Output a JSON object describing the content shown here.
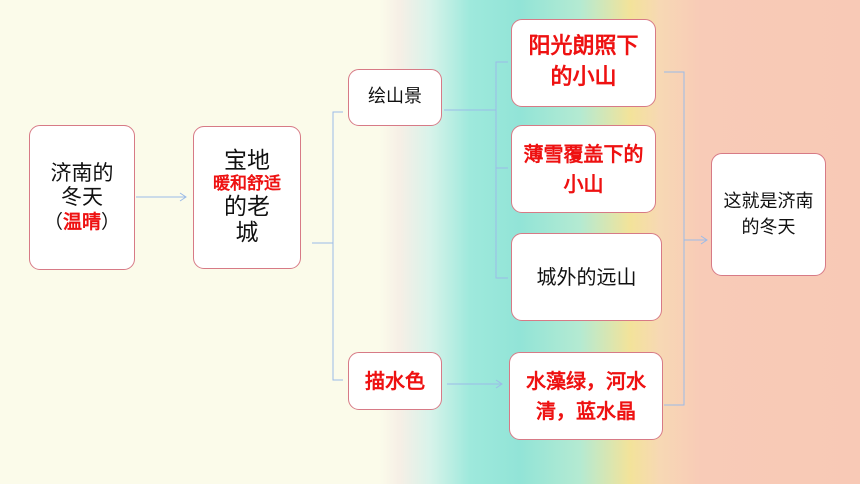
{
  "root": {
    "line1": "济南的",
    "line2": "冬天",
    "paren_open": "（",
    "highlight": "温晴",
    "paren_close": "）"
  },
  "city": {
    "line1": "宝地",
    "highlight": "暖和舒适",
    "line3": "的老",
    "line4": "城",
    "paren_open": "（",
    "paren_close": "）"
  },
  "branches": {
    "mountain": "绘山景",
    "water": "描水色"
  },
  "mountain_items": [
    "阳光朗照下的小山",
    "薄雪覆盖下的小山",
    "城外的远山"
  ],
  "water_item": "水藻绿，河水清，蓝水晶",
  "conclusion": "这就是济南的冬天",
  "colors": {
    "border": "#d77a86",
    "highlight": "#ee1111",
    "connector": "#9bbbe8"
  }
}
